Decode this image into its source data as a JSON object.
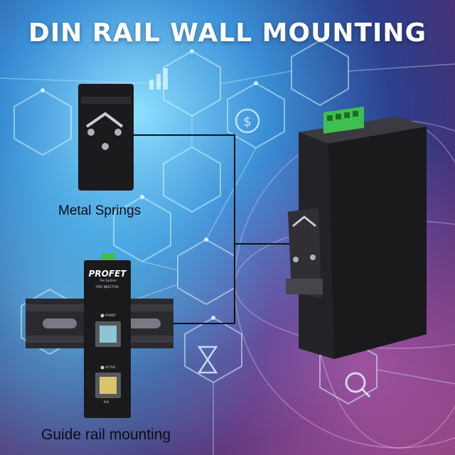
{
  "title": "DIN RAIL WALL MOUNTING",
  "captions": {
    "top": "Metal Springs",
    "bottom": "Guide rail mounting"
  },
  "device_labels": {
    "brand": "PROFET",
    "sub": "Poe System",
    "model": "POE INJECTOR",
    "port1": "POWER",
    "port2": "ACTIVE",
    "port3": "PoE"
  },
  "colors": {
    "accent_green": "#3fbf4f",
    "device_black": "#1a1a1d"
  }
}
